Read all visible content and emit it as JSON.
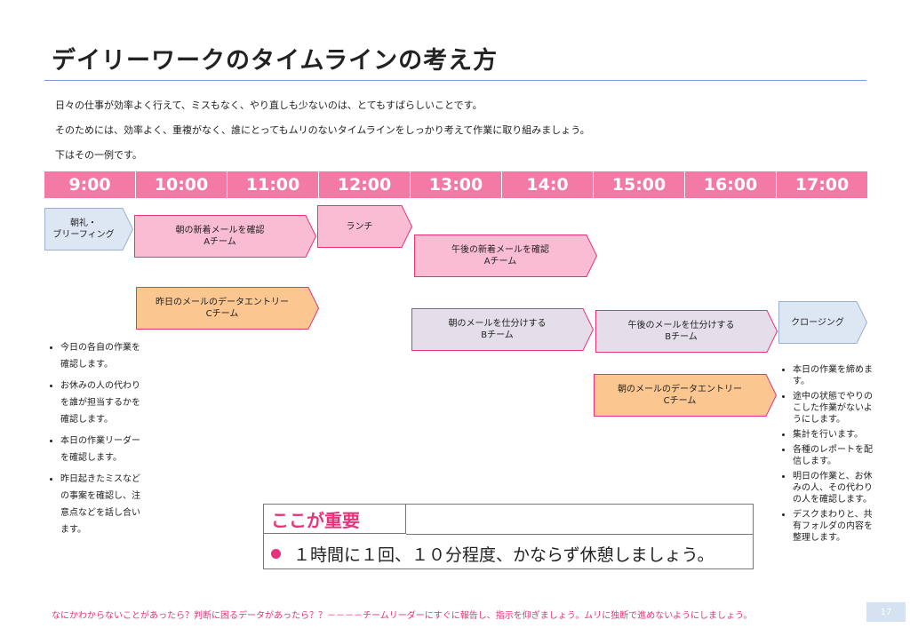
{
  "title": "デイリーワークのタイムラインの考え方",
  "intro": [
    "日々の仕事が効率よく行えて、ミスもなく、やり直しも少ないのは、とてもすばらしいことです。",
    "そのためには、効率よく、重複がなく、誰にとってもムリのないタイムラインをしっかり考えて作業に取り組みましょう。",
    "下はその一例です。"
  ],
  "timeline": {
    "hours": [
      "9:00",
      "10:00",
      "11:00",
      "12:00",
      "13:00",
      "14:0",
      "15:00",
      "16:00",
      "17:00"
    ],
    "color": "#f27aa5"
  },
  "tasks": [
    {
      "name": "task-morning-briefing",
      "lines": [
        "朝礼・",
        "ブリーフィング"
      ],
      "fill": "#dde6f3",
      "stroke": "#9ab0d2"
    },
    {
      "name": "task-new-mail-a-morning",
      "lines": [
        "朝の新着メールを確認",
        "Aチーム"
      ],
      "fill": "#f9bcd2",
      "stroke": "#e6337a"
    },
    {
      "name": "task-lunch",
      "lines": [
        "ランチ"
      ],
      "fill": "#f9bcd2",
      "stroke": "#e6337a"
    },
    {
      "name": "task-new-mail-a-afternoon",
      "lines": [
        "午後の新着メールを確認",
        "Aチーム"
      ],
      "fill": "#f9bcd2",
      "stroke": "#e6337a"
    },
    {
      "name": "task-data-entry-c-yesterday",
      "lines": [
        "昨日のメールのデータエントリー",
        "Cチーム"
      ],
      "fill": "#fcc691",
      "stroke": "#e6337a"
    },
    {
      "name": "task-sort-mail-b-morning",
      "lines": [
        "朝のメールを仕分けする",
        "Bチーム"
      ],
      "fill": "#e4ddea",
      "stroke": "#e6337a"
    },
    {
      "name": "task-sort-mail-b-afternoon",
      "lines": [
        "午後のメールを仕分けする",
        "Bチーム"
      ],
      "fill": "#e4ddea",
      "stroke": "#e6337a"
    },
    {
      "name": "task-closing",
      "lines": [
        "クロージング"
      ],
      "fill": "#dde6f3",
      "stroke": "#9ab0d2"
    },
    {
      "name": "task-data-entry-c-morning",
      "lines": [
        "朝のメールのデータエントリー",
        "Cチーム"
      ],
      "fill": "#fcc691",
      "stroke": "#e6337a"
    }
  ],
  "notes_left": [
    "今日の各自の作業を確認します。",
    "お休みの人の代わりを誰が担当するかを確認します。",
    "本日の作業リーダーを確認します。",
    "昨日起きたミスなどの事案を確認し、注意点などを話し合います。"
  ],
  "notes_right": [
    "本日の作業を締めます。",
    "途中の状態でやりのこした作業がないようにします。",
    "集計を行います。",
    "各種のレポートを配信します。",
    "明日の作業と、お休みの人、その代わりの人を確認します。",
    "デスクまわりと、共有フォルダの内容を整理します。"
  ],
  "important": {
    "heading": "ここが重要",
    "text": "１時間に１回、１０分程度、かならず休憩しましょう。",
    "accent": "#e6337a"
  },
  "footer": "なにかわからないことがあったら？判断に困るデータがあったら？？－－－－チームリーダーにすぐに報告し、指示を仰ぎましょう。ムリに独断で進めないようにしましょう。",
  "page_number": "17"
}
